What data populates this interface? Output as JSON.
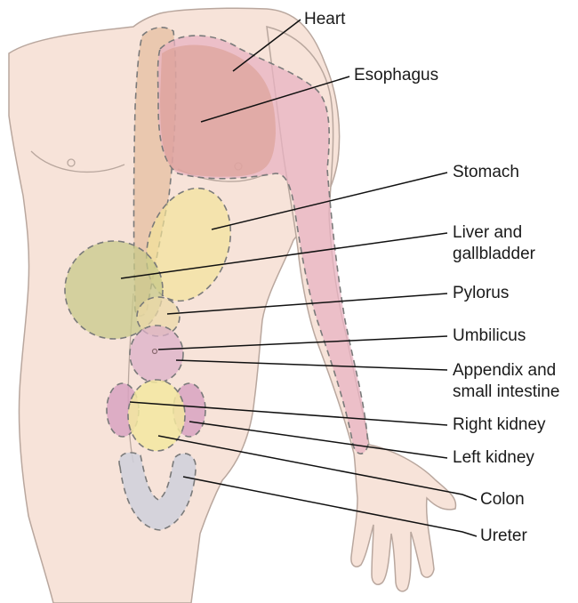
{
  "labels": {
    "heart": "Heart",
    "esophagus": "Esophagus",
    "stomach": "Stomach",
    "liver_1": "Liver and",
    "liver_2": "gallbladder",
    "pylorus": "Pylorus",
    "umbilicus": "Umbilicus",
    "appendix_1": "Appendix and",
    "appendix_2": "small intestine",
    "right_kidney": "Right kidney",
    "left_kidney": "Left kidney",
    "colon": "Colon",
    "ureter": "Ureter"
  },
  "colors": {
    "skin": "#f7e3d9",
    "heart_region": "#e8b3c2",
    "esophagus_region": "#e3a89a",
    "stomach_region": "#f2e29a",
    "liver_region": "#c8c98a",
    "pylorus_region": "#ecd9a8",
    "umbilicus_region": "#dcb0c8",
    "kidney_region": "#d8a3c1",
    "colon_region": "#f3e7a0",
    "ureter_region": "#cfd0da",
    "dash": "#7a7a7a",
    "leader_line": "#111111"
  }
}
